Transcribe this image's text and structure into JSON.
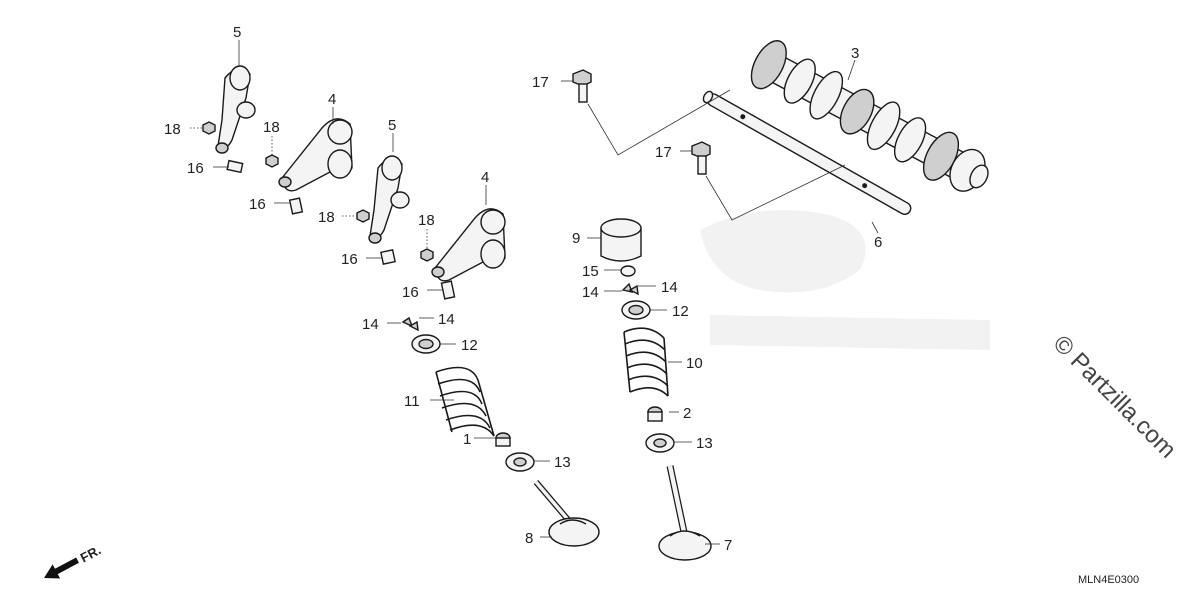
{
  "diagram": {
    "callouts": {
      "c1": "1",
      "c2": "2",
      "c3": "3",
      "c4a": "4",
      "c4b": "4",
      "c5a": "5",
      "c5b": "5",
      "c6": "6",
      "c7": "7",
      "c8": "8",
      "c9": "9",
      "c10": "10",
      "c11": "11",
      "c12a": "12",
      "c12b": "12",
      "c13a": "13",
      "c13b": "13",
      "c14a": "14",
      "c14b": "14",
      "c14c": "14",
      "c14d": "14",
      "c15": "15",
      "c16a": "16",
      "c16b": "16",
      "c16c": "16",
      "c16d": "16",
      "c17a": "17",
      "c17b": "17",
      "c18a": "18",
      "c18b": "18",
      "c18c": "18",
      "c18d": "18"
    },
    "front_indicator": "FR.",
    "diagram_code": "MLN4E0300",
    "watermark": "© Partzilla.com"
  }
}
